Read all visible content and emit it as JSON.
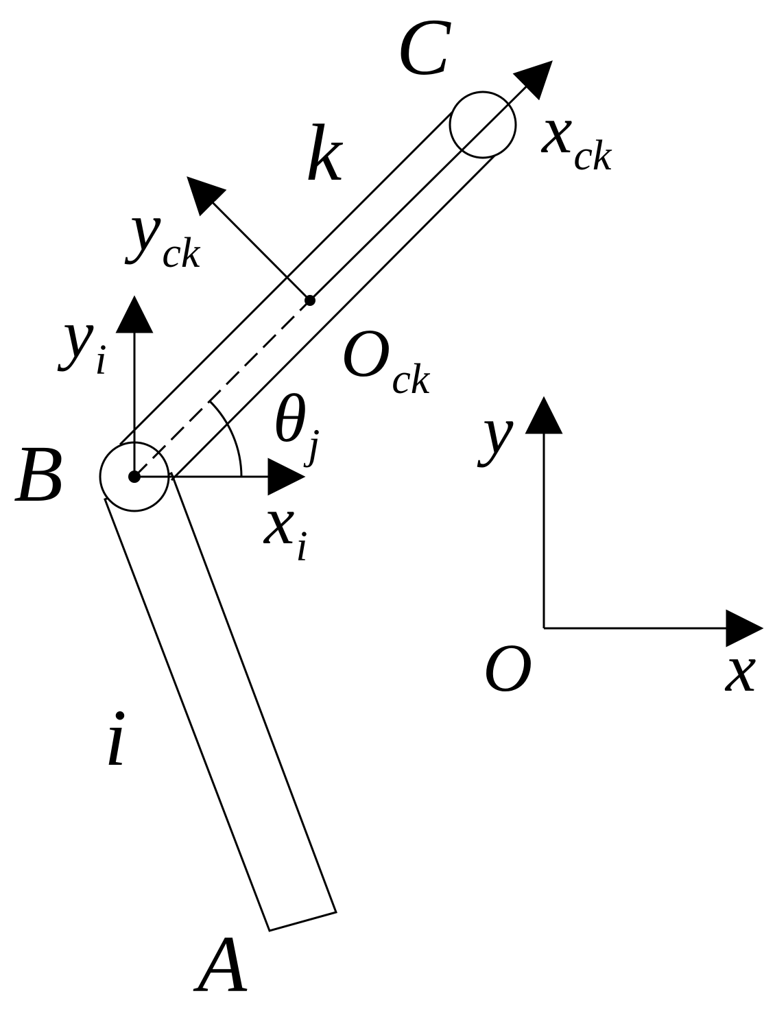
{
  "colors": {
    "stroke": "#000000",
    "background": "#ffffff"
  },
  "labels": {
    "point_A": "A",
    "point_B": "B",
    "point_C": "C",
    "link_i": "i",
    "link_k": "k",
    "x_ck": "x",
    "x_ck_sub": "ck",
    "y_ck": "y",
    "y_ck_sub": "ck",
    "y_i": "y",
    "y_i_sub": "i",
    "x_i": "x",
    "x_i_sub": "i",
    "O_ck": "O",
    "O_ck_sub": "ck",
    "theta_j": "θ",
    "theta_j_sub": "j",
    "global_y": "y",
    "global_x": "x",
    "global_O": "O"
  }
}
